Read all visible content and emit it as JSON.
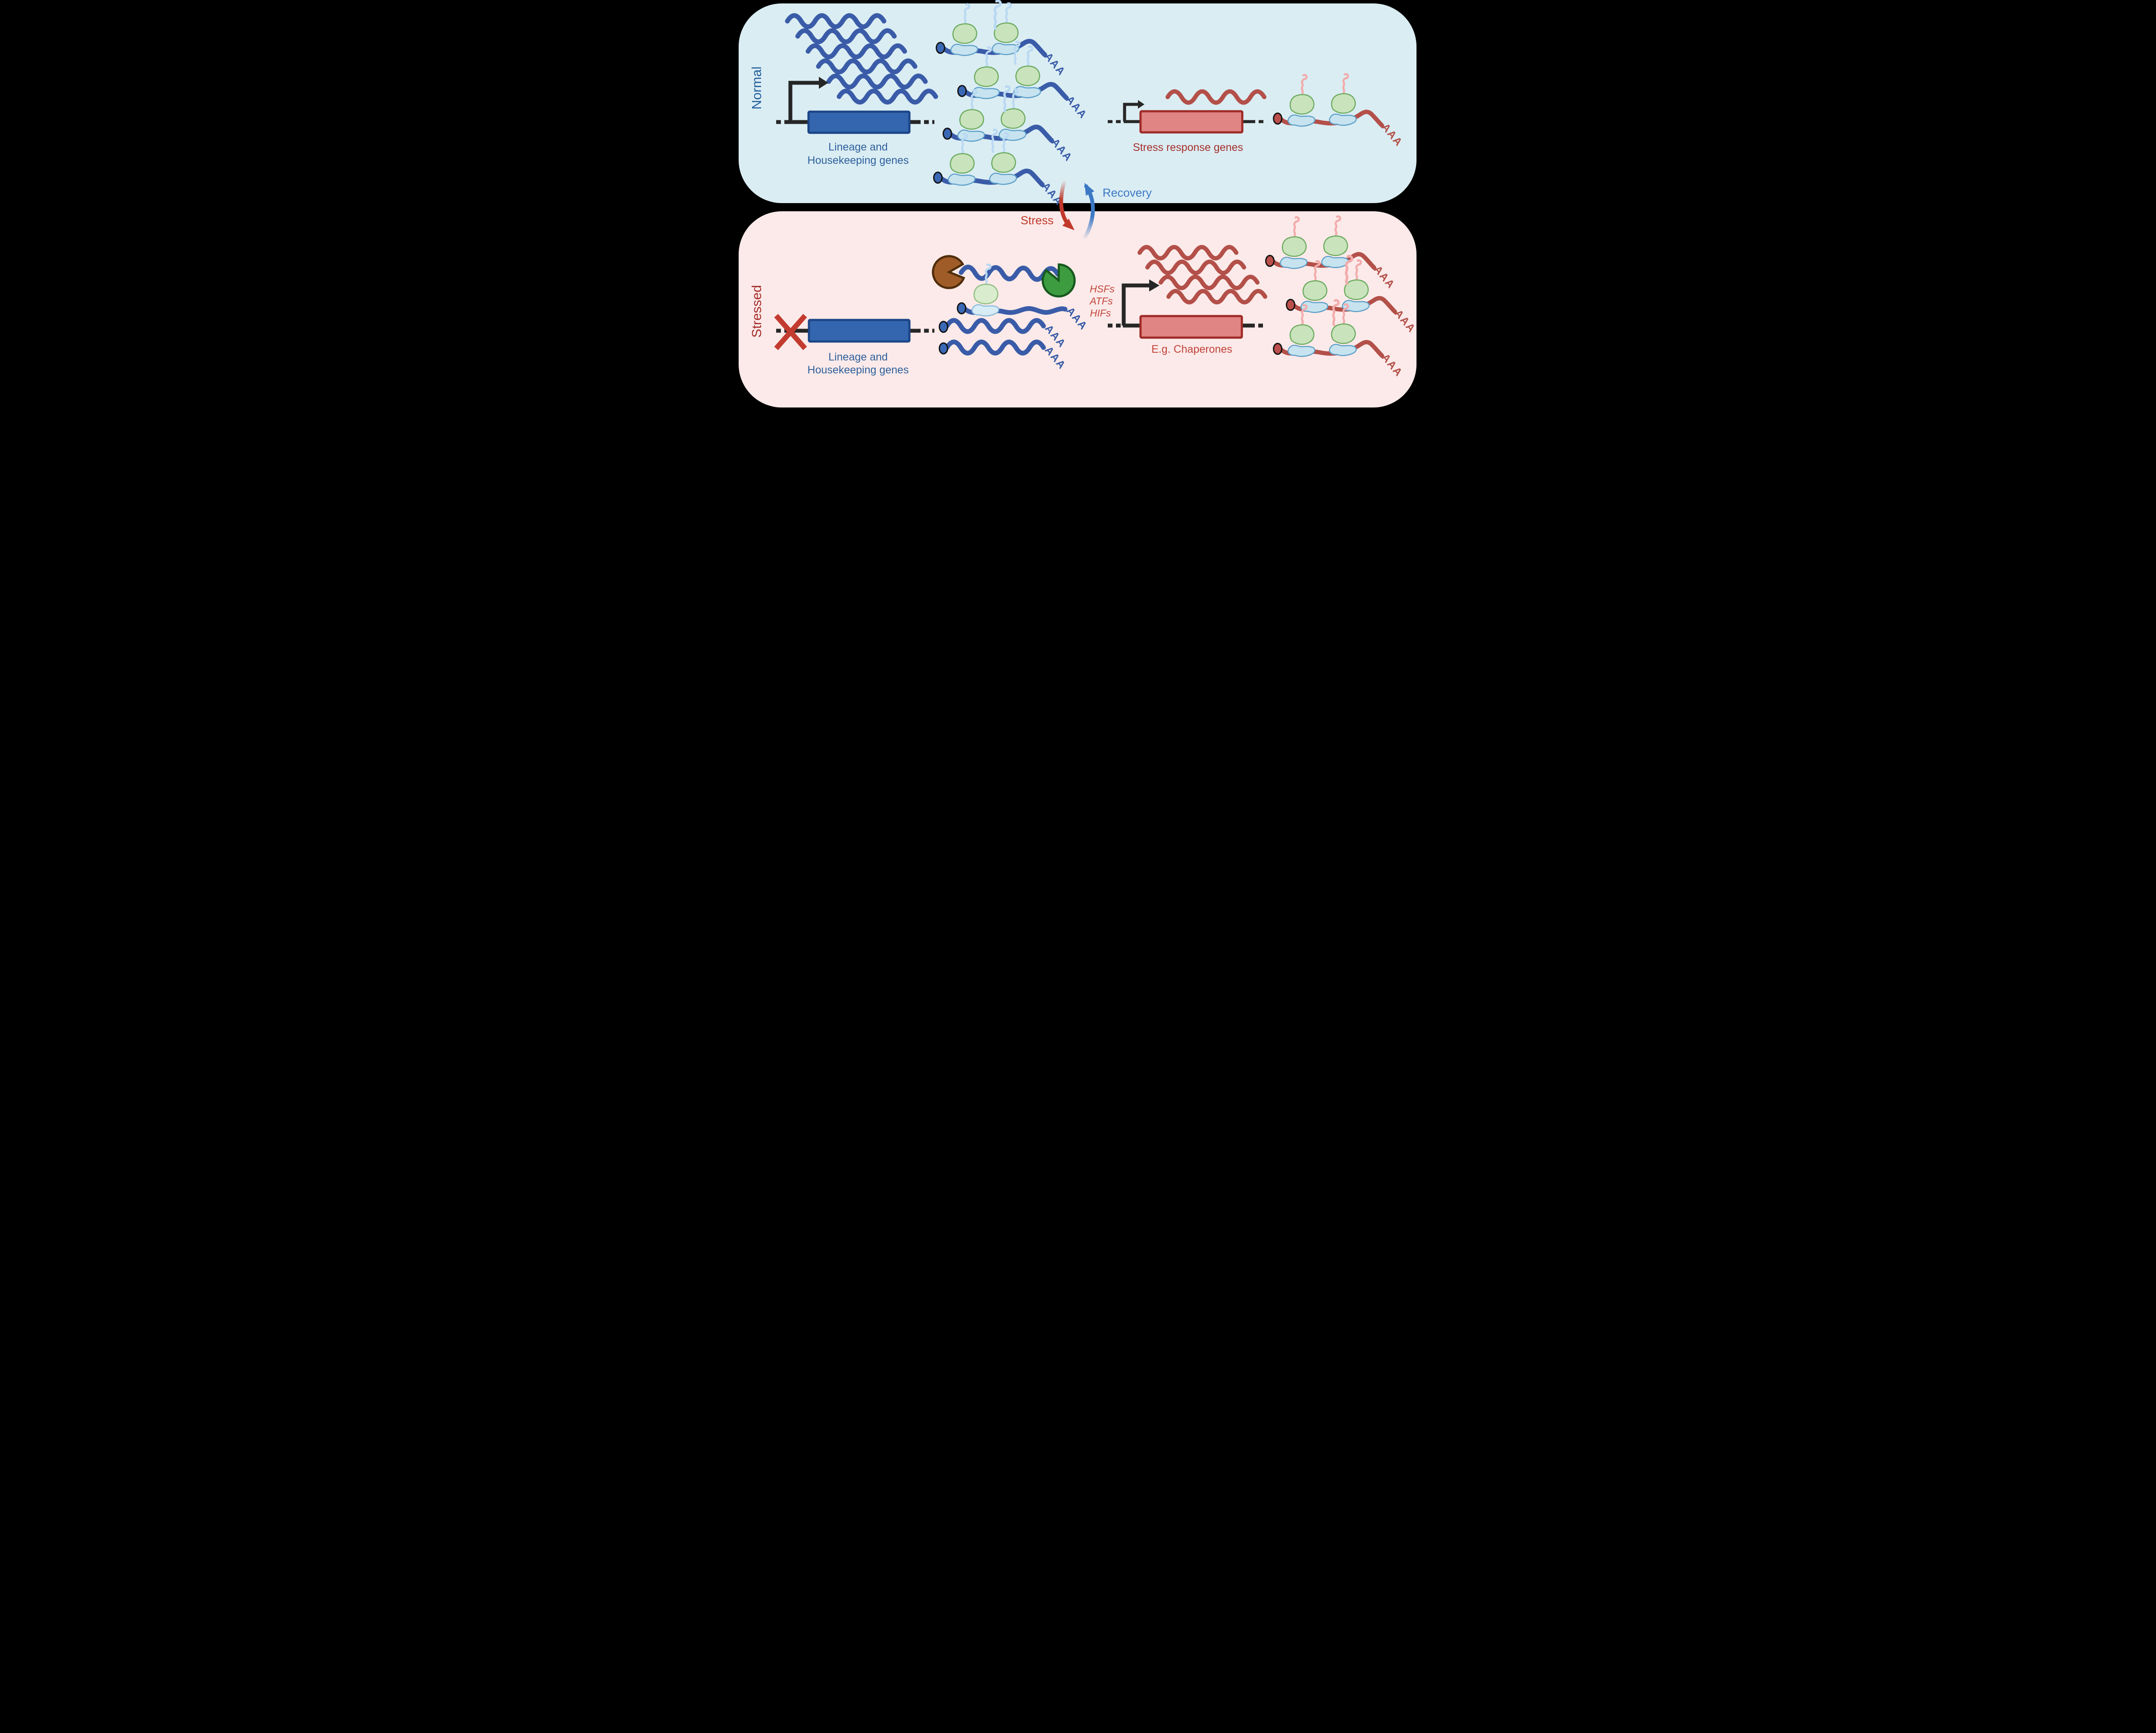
{
  "figure": {
    "panel_normal": {
      "title": "Normal",
      "housekeeping_gene": {
        "label_line1": "Lineage and",
        "label_line2": "Housekeeping genes"
      },
      "stress_gene": {
        "label": "Stress response genes"
      }
    },
    "panel_stressed": {
      "title": "Stressed",
      "housekeeping_gene": {
        "label_line1": "Lineage and",
        "label_line2": "Housekeeping genes"
      },
      "stress_gene": {
        "label": "E.g. Chaperones"
      },
      "transcription_factors": [
        "HSFs",
        "ATFs",
        "HIFs"
      ]
    },
    "transitions": {
      "stress": "Stress",
      "recovery": "Recovery"
    },
    "mrna": {
      "poly_a_tail": "AAA"
    },
    "colors": {
      "background": "#000000",
      "normal_panel_bg": "#DAEDF3",
      "stressed_panel_bg": "#FBEAE9",
      "blue_mrna": "#3A5CA8",
      "red_mrna": "#B35049",
      "blue_text": "#2E5F9C",
      "dark_red_text": "#A52E2B",
      "red_accent": "#C0392B",
      "recovery_blue": "#3C78C4",
      "gene_box_blue": "#3366AE",
      "gene_box_red": "#E08484",
      "ribosome_large_subunit": "#C9E3BC",
      "ribosome_small_subunit": "#C6E3EF",
      "exonuclease_5prime_brown": "#A05C28",
      "exonuclease_3prime_green": "#3E9C40",
      "dna_black": "#262626"
    }
  }
}
